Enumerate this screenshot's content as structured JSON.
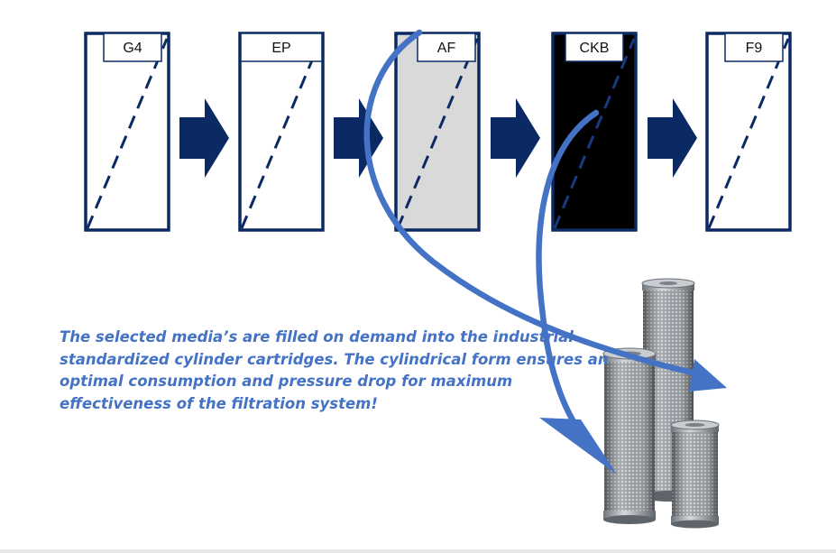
{
  "stages": [
    {
      "label": "G4",
      "fill": "#ffffff",
      "dash": "#0b2a63"
    },
    {
      "label": "EP",
      "fill": "#ffffff",
      "dash": "#0b2a63"
    },
    {
      "label": "AF",
      "fill": "#d9d9d9",
      "dash": "#0b2a63"
    },
    {
      "label": "CKB",
      "fill": "#000000",
      "dash": "#1a3a80"
    },
    {
      "label": "F9",
      "fill": "#ffffff",
      "dash": "#0b2a63"
    }
  ],
  "caption": {
    "line1": "The selected media’s are filled on demand into the industrial",
    "line2": "standardized cylinder cartridges. The cylindrical form ensures an",
    "line3": "optimal consumption and pressure drop for maximum",
    "line4": "effectiveness of the filtration system!"
  },
  "colors": {
    "navy": "#0b2a63",
    "flow_arrow": "#4472c4",
    "caption_text": "#4472c4",
    "steel": "#a9adb2"
  },
  "icons": {
    "stage_arrow": "right-block-arrow-icon",
    "cartridge": "cylinder-cartridge-icon"
  }
}
